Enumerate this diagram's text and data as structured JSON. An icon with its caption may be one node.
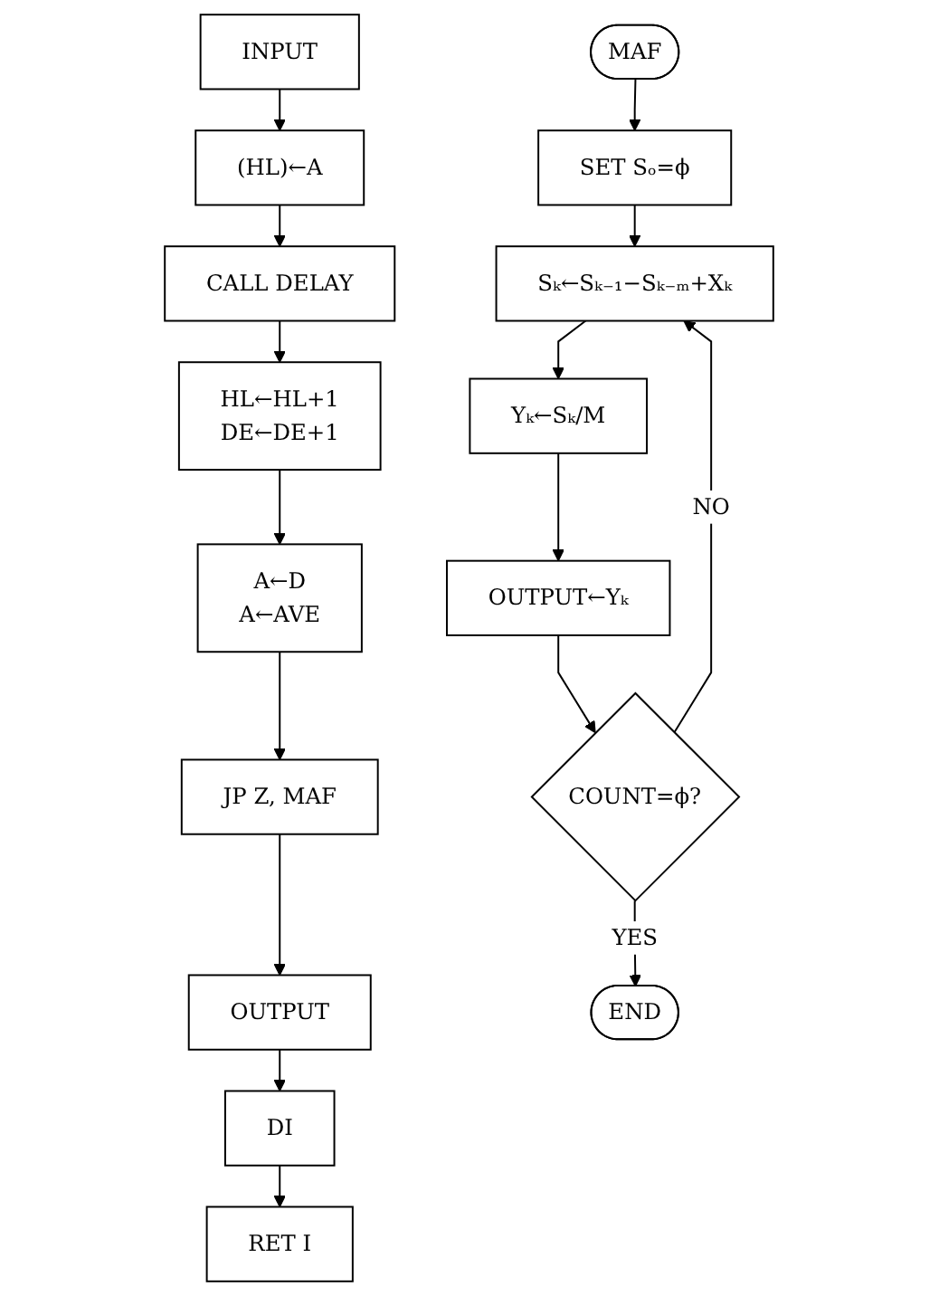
{
  "diagram": {
    "nodes": [
      {
        "text": [
          "INPUT"
        ]
      },
      {
        "text": [
          "(HL)←A"
        ]
      },
      {
        "text": [
          "CALL DELAY"
        ]
      },
      {
        "text": [
          "HL←HL+1",
          "DE←DE+1"
        ]
      },
      {
        "text": [
          "A←D",
          "A←AVE"
        ]
      },
      {
        "text": [
          "JP Z, MAF"
        ]
      },
      {
        "text": [
          "OUTPUT"
        ]
      },
      {
        "text": [
          "DI"
        ]
      },
      {
        "text": [
          "RET I"
        ]
      },
      {
        "text": [
          "MAF"
        ]
      },
      {
        "text": [
          "SET Sₒ=ϕ"
        ]
      },
      {
        "text": [
          "Sₖ←Sₖ₋₁−Sₖ₋ₘ+Xₖ"
        ]
      },
      {
        "text": [
          "Yₖ←Sₖ/M"
        ]
      },
      {
        "text": [
          "OUTPUT←Yₖ"
        ]
      },
      {
        "text": [
          "COUNT=ϕ?"
        ]
      },
      {
        "text": [
          "END"
        ]
      }
    ],
    "edges": [
      {
        "from": 0,
        "to": 1,
        "arrow": "to"
      },
      {
        "from": 1,
        "to": 2,
        "arrow": "to"
      },
      {
        "from": 2,
        "to": 3,
        "arrow": "to"
      },
      {
        "from": 3,
        "to": 4,
        "arrow": "to"
      },
      {
        "from": 4,
        "to": 5,
        "arrow": "to"
      },
      {
        "from": 5,
        "to": 6,
        "arrow": "to"
      },
      {
        "from": 6,
        "to": 7,
        "arrow": "to"
      },
      {
        "from": 7,
        "to": 8,
        "arrow": "to"
      },
      {
        "from": 9,
        "to": 10,
        "arrow": "to"
      },
      {
        "from": 10,
        "to": 11,
        "arrow": "to"
      },
      {
        "from": 11,
        "to": 12,
        "arrow": "to"
      },
      {
        "from": 12,
        "to": 13,
        "arrow": "to"
      },
      {
        "from": 13,
        "to": 14,
        "arrow": "to"
      },
      {
        "from": 14,
        "to": 15,
        "label": "YES",
        "arrow": "to"
      },
      {
        "from": 14,
        "to": 11,
        "label": "NO",
        "arrow": "to"
      }
    ]
  }
}
